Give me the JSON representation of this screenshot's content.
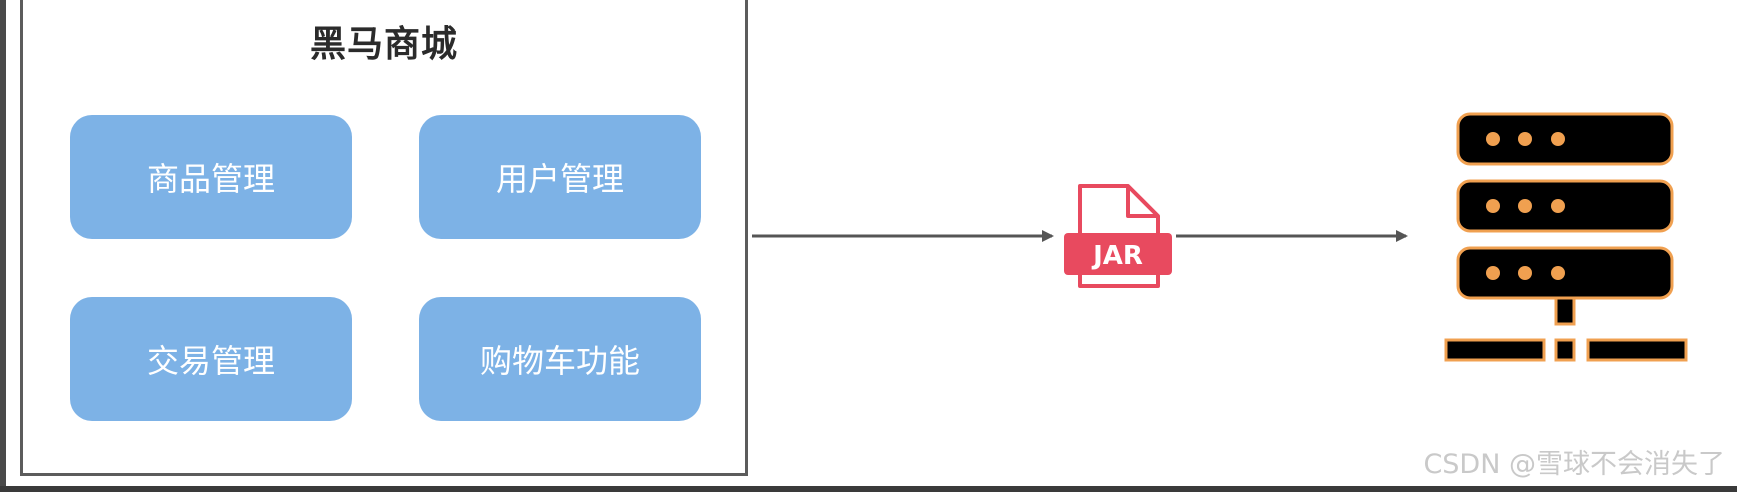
{
  "diagram": {
    "title": "黑马商城",
    "modules": [
      {
        "label": "商品管理"
      },
      {
        "label": "用户管理"
      },
      {
        "label": "交易管理"
      },
      {
        "label": "购物车功能"
      }
    ],
    "artifact": {
      "label": "JAR",
      "icon": "jar-file-icon"
    },
    "target": {
      "icon": "server-icon"
    },
    "colors": {
      "module_fill": "#7db2e6",
      "jar_accent": "#e84a5f",
      "server_body": "#000000",
      "server_accent": "#f0a050"
    }
  },
  "watermark": "CSDN @雪球不会消失了"
}
